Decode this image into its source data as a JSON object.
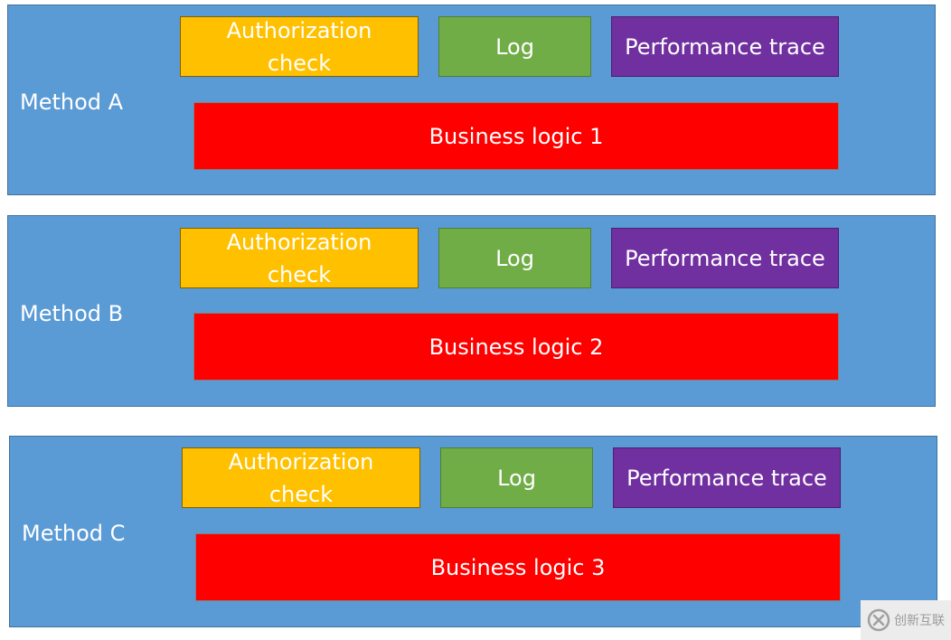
{
  "methods": [
    {
      "label": "Method A",
      "authorization": "Authorization check",
      "log": "Log",
      "performance": "Performance trace",
      "business": "Business logic 1"
    },
    {
      "label": "Method B",
      "authorization": "Authorization check",
      "log": "Log",
      "performance": "Performance trace",
      "business": "Business logic 2"
    },
    {
      "label": "Method C",
      "authorization": "Authorization check",
      "log": "Log",
      "performance": "Performance trace",
      "business": "Business logic 3"
    }
  ],
  "colors": {
    "method_background": "#5b9bd5",
    "authorization": "#ffc000",
    "log": "#70ad47",
    "performance": "#7030a0",
    "business": "#ff0000"
  },
  "watermark": {
    "text": "创新互联",
    "icon": "brand-logo-icon"
  }
}
